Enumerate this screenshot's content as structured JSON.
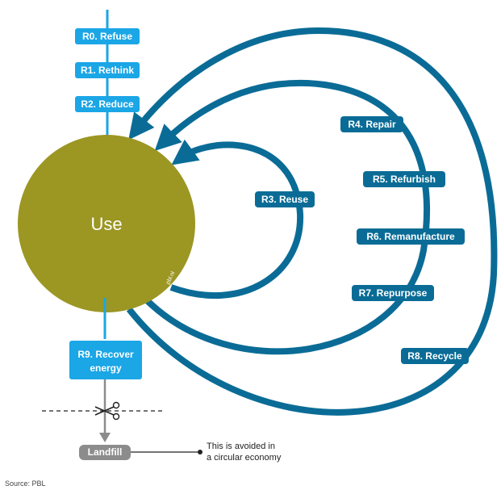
{
  "colors": {
    "light_blue": "#1ba6e6",
    "dark_blue": "#0a6c96",
    "olive": "#9c9623",
    "grey": "#8c8c8c"
  },
  "use_label": "Use",
  "watermark": "pbl.nl",
  "top_steps": [
    {
      "label": "R0. Refuse"
    },
    {
      "label": "R1. Rethink"
    },
    {
      "label": "R2. Reduce"
    }
  ],
  "loops": [
    {
      "label": "R3. Reuse"
    },
    {
      "label": "R4. Repair"
    },
    {
      "label": "R5. Refurbish"
    },
    {
      "label": "R6. Remanufacture"
    },
    {
      "label": "R7. Repurpose"
    },
    {
      "label": "R8. Recycle"
    }
  ],
  "recover": {
    "line1": "R9. Recover",
    "line2": "energy"
  },
  "landfill": "Landfill",
  "note": {
    "line1": "This is avoided in",
    "line2": "a circular economy"
  },
  "source": "Source: PBL",
  "icons": [
    "scissors-icon"
  ]
}
